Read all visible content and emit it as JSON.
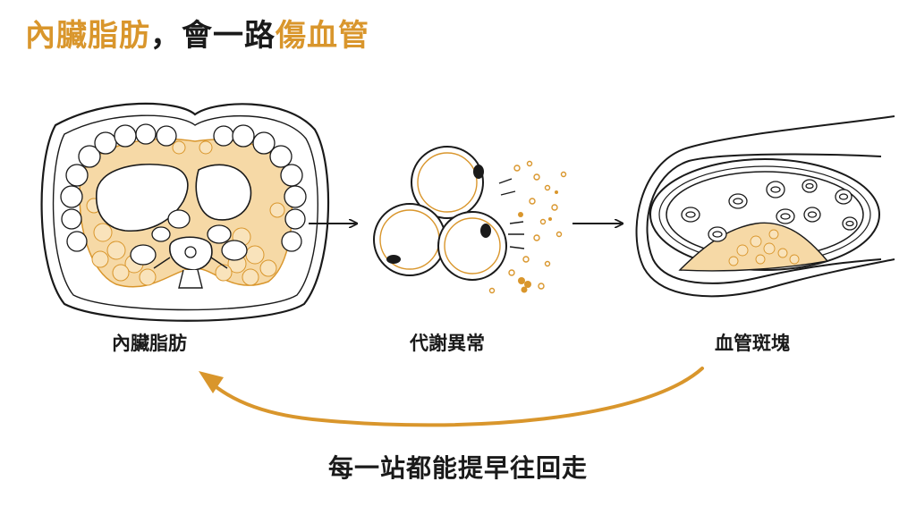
{
  "title": {
    "part1": "內臟脂肪",
    "part2": "，會一路",
    "part3": "傷血管"
  },
  "stages": [
    {
      "label": "內臟脂肪"
    },
    {
      "label": "代謝異常"
    },
    {
      "label": "血管斑塊"
    }
  ],
  "caption": "每一站都能提早往回走",
  "colors": {
    "accent": "#d9962c",
    "fat_fill": "#f6d9a6",
    "ink": "#1a1a1a"
  }
}
